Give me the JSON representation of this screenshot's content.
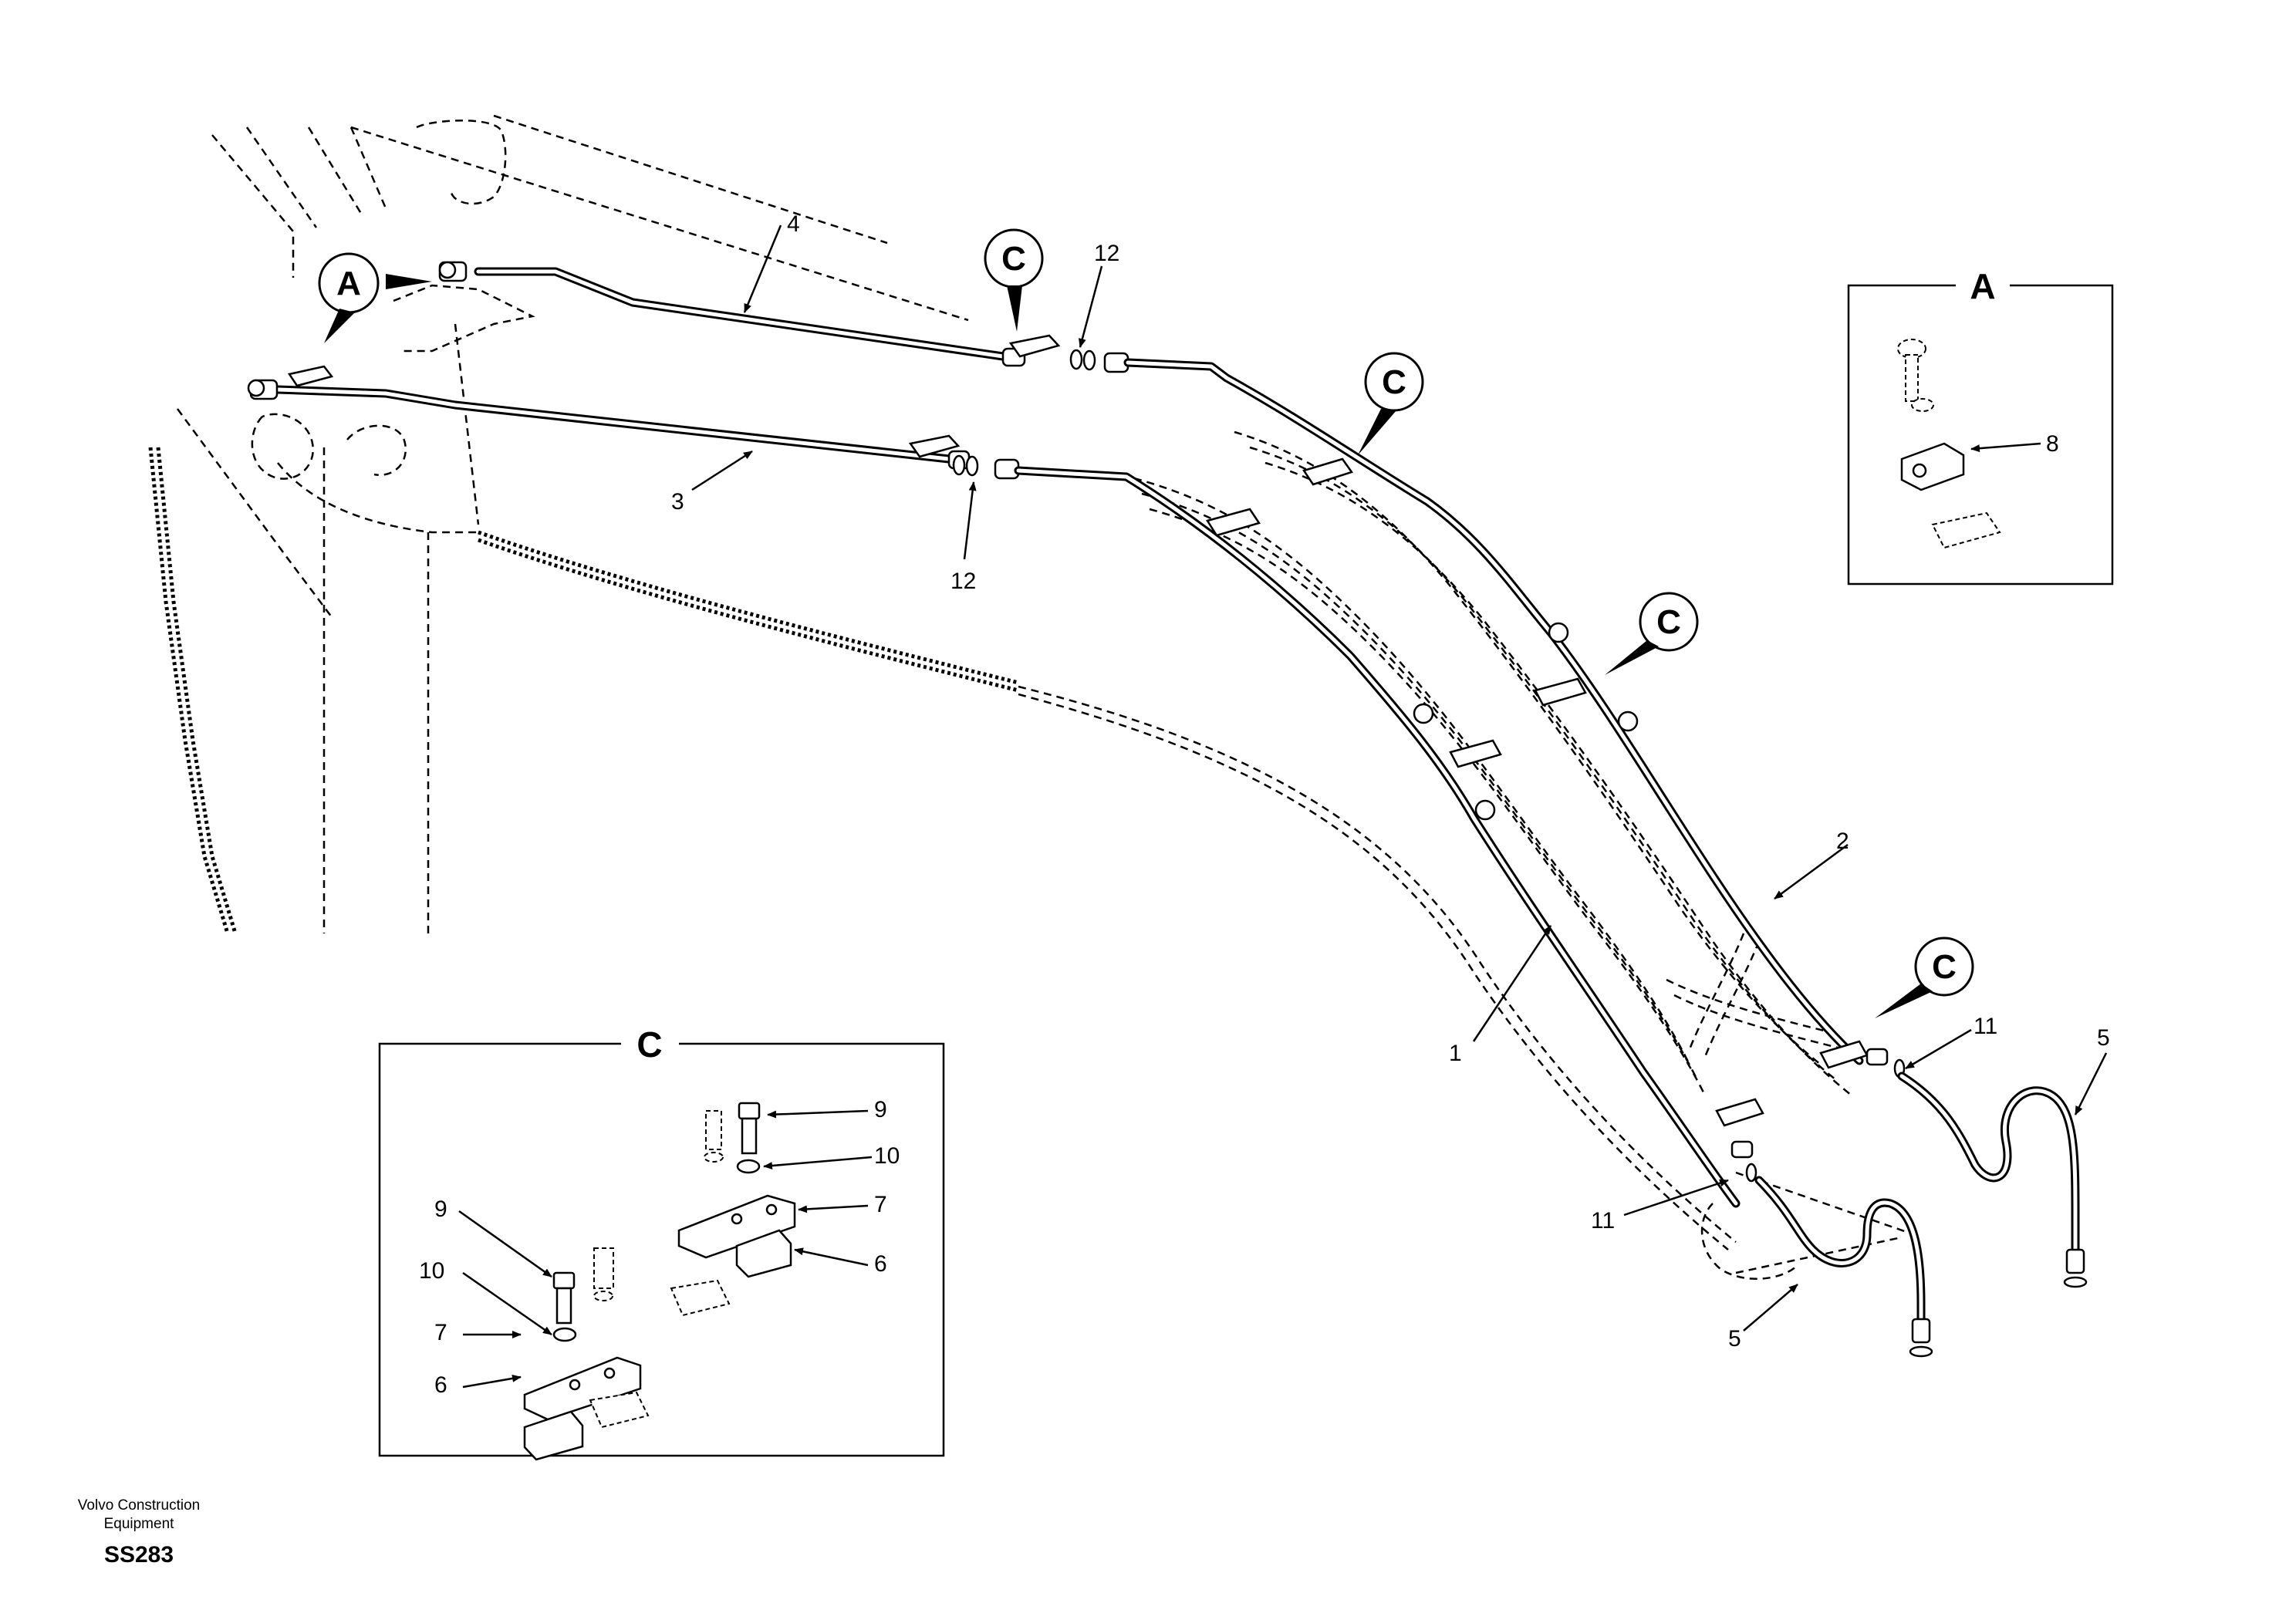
{
  "callouts": {
    "c1": "1",
    "c2": "2",
    "c3": "3",
    "c4": "4",
    "c5a": "5",
    "c5b": "5",
    "c11a": "11",
    "c11b": "11",
    "c12a": "12",
    "c12b": "12"
  },
  "view_badges": {
    "a_main": "A",
    "c_top": "C",
    "c_mid1": "C",
    "c_mid2": "C",
    "c_right": "C"
  },
  "inset_a": {
    "title": "A",
    "callout_8": "8"
  },
  "inset_c": {
    "title": "C",
    "callout_9a": "9",
    "callout_9b": "9",
    "callout_10a": "10",
    "callout_10b": "10",
    "callout_7a": "7",
    "callout_7b": "7",
    "callout_6a": "6",
    "callout_6b": "6"
  },
  "footer": {
    "brand_line1": "Volvo Construction",
    "brand_line2": "Equipment",
    "code": "SS283"
  }
}
